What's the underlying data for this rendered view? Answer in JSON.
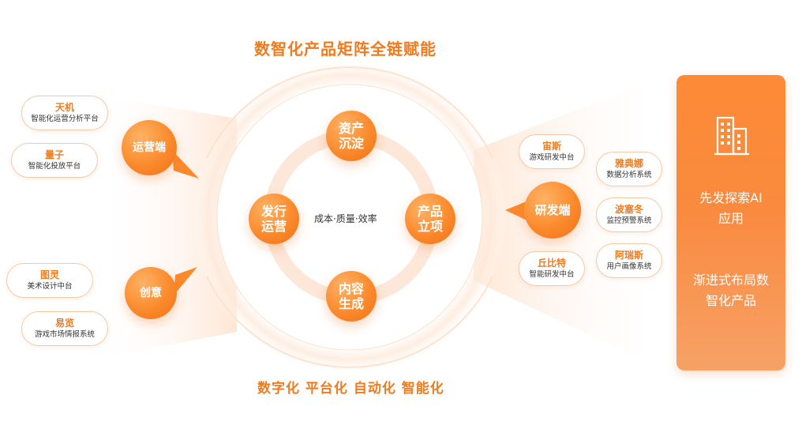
{
  "title_top": "数智化产品矩阵全链赋能",
  "title_bottom": "数字化 平台化 自动化 智能化",
  "center": {
    "text": "成本·质量·效率",
    "nodes": [
      {
        "label": "资产\n沉淀"
      },
      {
        "label": "发行\n运营"
      },
      {
        "label": "产品\n立项"
      },
      {
        "label": "内容\n生成"
      }
    ]
  },
  "hubs": {
    "operations": "运营端",
    "creative": "创意",
    "rnd": "研发端"
  },
  "left_items": [
    {
      "name": "天机",
      "desc": "智能化运营分析平台"
    },
    {
      "name": "量子",
      "desc": "智能化投放平台"
    },
    {
      "name": "图灵",
      "desc": "美术设计中台"
    },
    {
      "name": "易览",
      "desc": "游戏市场情报系统"
    }
  ],
  "right_items": [
    {
      "name": "宙斯",
      "desc": "游戏研发中台"
    },
    {
      "name": "丘比特",
      "desc": "智能研发中台"
    },
    {
      "name": "雅典娜",
      "desc": "数据分析系统"
    },
    {
      "name": "波塞冬",
      "desc": "监控预警系统"
    },
    {
      "name": "阿瑞斯",
      "desc": "用户画像系统"
    }
  ],
  "panel": {
    "icon": "building-icon",
    "text1": "先发探索AI\n应用",
    "text2": "渐进式布局数\n智化产品"
  },
  "colors": {
    "accent": "#f07a1e",
    "light": "#fde7d5"
  }
}
